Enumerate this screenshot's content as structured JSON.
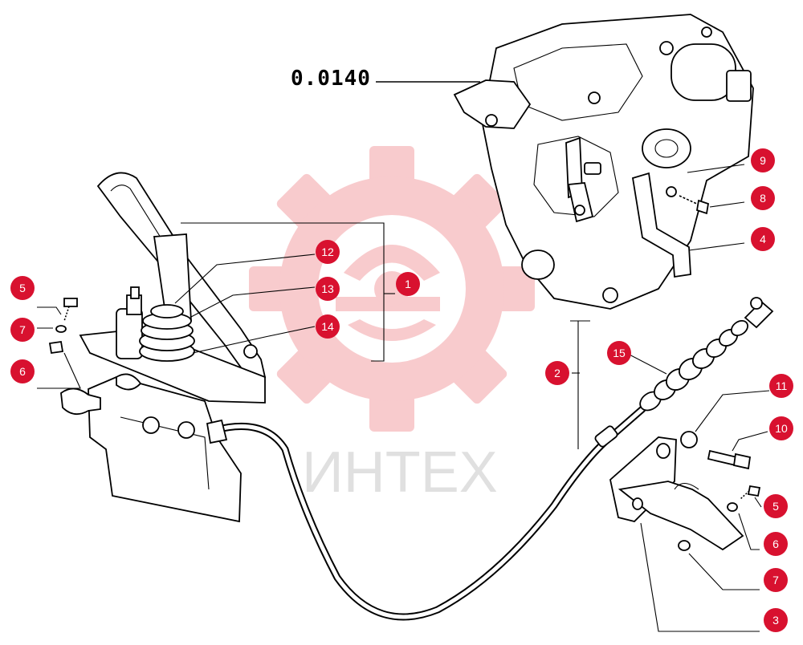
{
  "ref_code": "0.0140",
  "watermark": {
    "text": "ИНТЕХ",
    "color": "#e8474f"
  },
  "callout_color": "#d8112f",
  "callouts": [
    {
      "id": "c5a",
      "label": "5"
    },
    {
      "id": "c7a",
      "label": "7"
    },
    {
      "id": "c6a",
      "label": "6"
    },
    {
      "id": "c12",
      "label": "12"
    },
    {
      "id": "c13",
      "label": "13"
    },
    {
      "id": "c14",
      "label": "14"
    },
    {
      "id": "c1",
      "label": "1"
    },
    {
      "id": "c9",
      "label": "9"
    },
    {
      "id": "c8",
      "label": "8"
    },
    {
      "id": "c4",
      "label": "4"
    },
    {
      "id": "c15",
      "label": "15"
    },
    {
      "id": "c2",
      "label": "2"
    },
    {
      "id": "c11",
      "label": "11"
    },
    {
      "id": "c10",
      "label": "10"
    },
    {
      "id": "c5b",
      "label": "5"
    },
    {
      "id": "c6b",
      "label": "6"
    },
    {
      "id": "c7b",
      "label": "7"
    },
    {
      "id": "c3",
      "label": "3"
    }
  ]
}
